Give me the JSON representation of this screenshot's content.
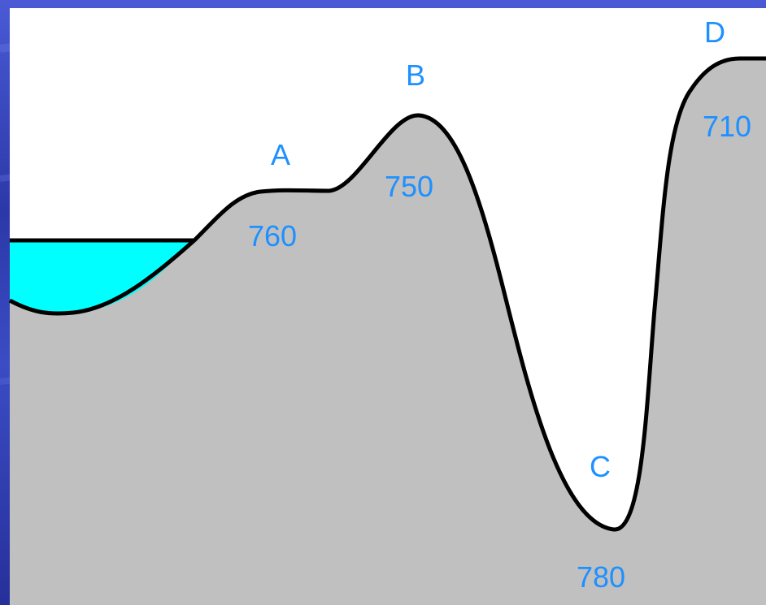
{
  "colors": {
    "background_blue": "#2f3fb5",
    "panel_white": "#ffffff",
    "land_gray": "#c0c0c0",
    "water_cyan": "#00ffff",
    "outline": "#000000",
    "label_blue": "#1e90ff"
  },
  "points": [
    {
      "letter": "A",
      "value": "760"
    },
    {
      "letter": "B",
      "value": "750"
    },
    {
      "letter": "C",
      "value": "780"
    },
    {
      "letter": "D",
      "value": "710"
    }
  ]
}
